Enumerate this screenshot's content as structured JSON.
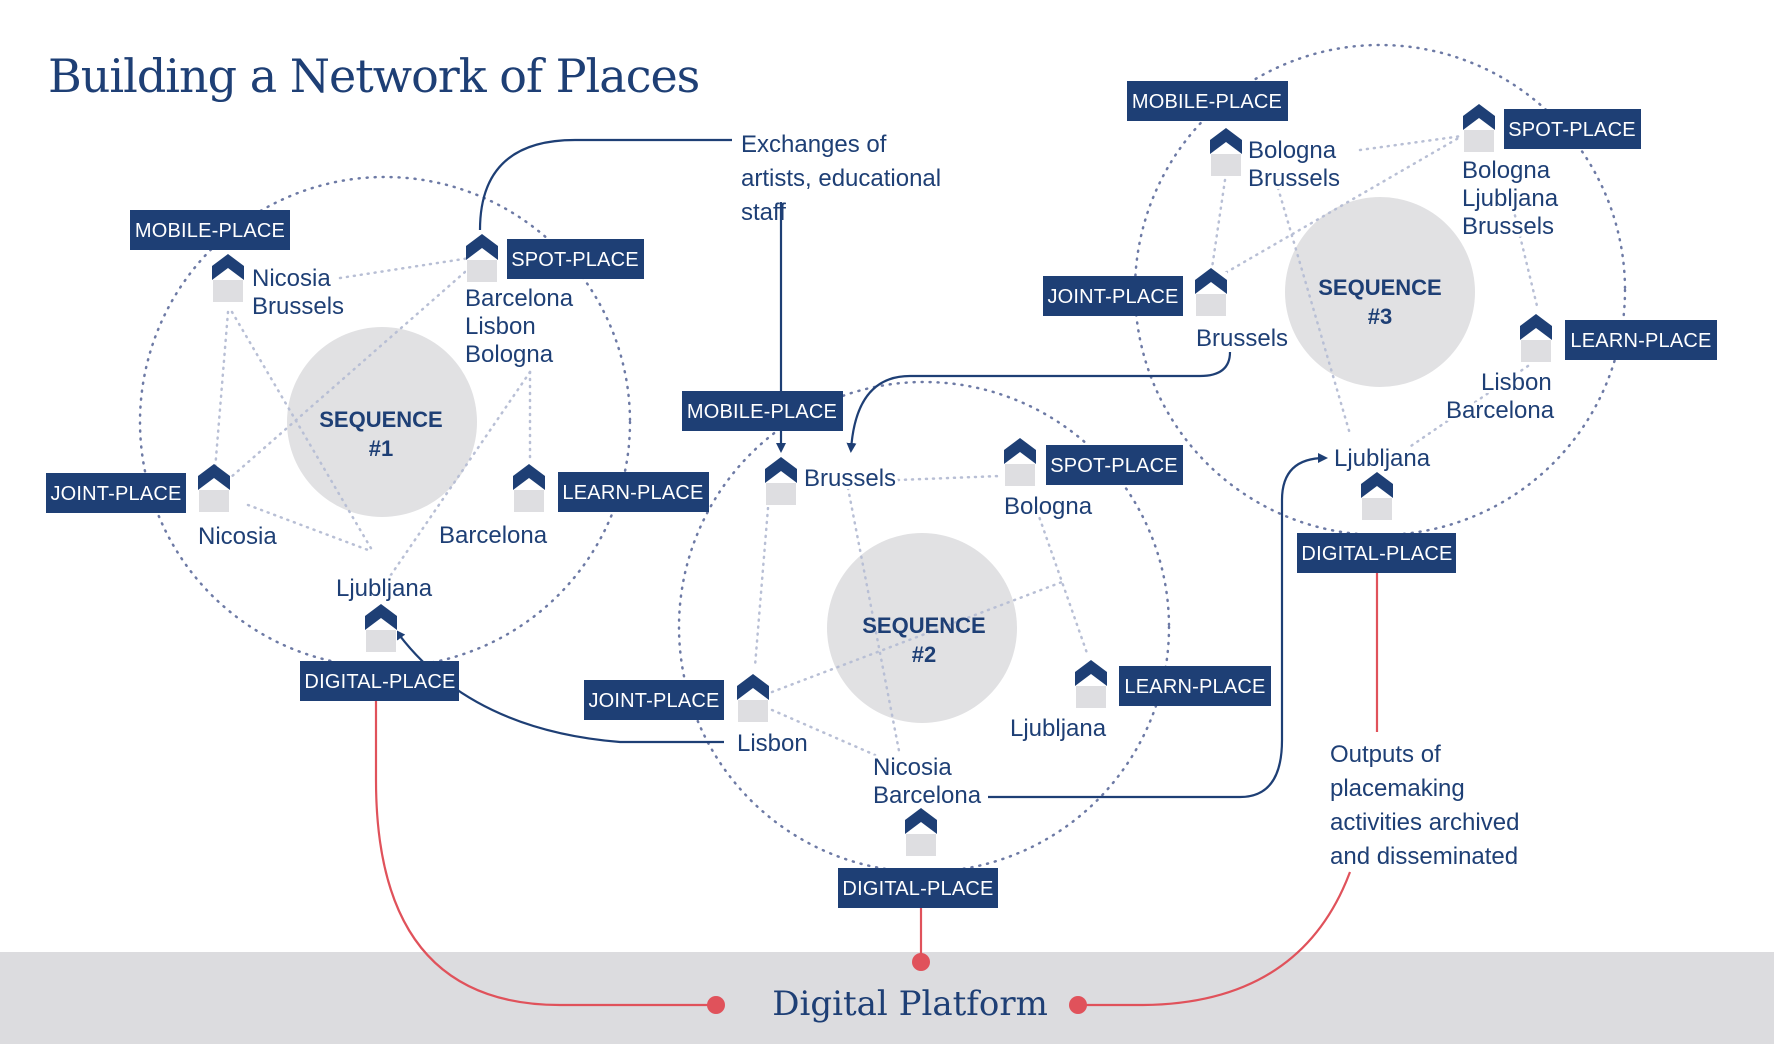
{
  "title": "Building a Network of Places",
  "platform": {
    "label": "Digital Platform"
  },
  "colors": {
    "navy": "#1e3f75",
    "grey_circle": "#e1e1e3",
    "platform_band": "#dcdcdf",
    "red": "#e0525b"
  },
  "icons": {
    "place": "house-icon"
  },
  "sequences": [
    {
      "label": "SEQUENCE",
      "number": "#1",
      "places": {
        "mobile": {
          "tag": "MOBILE-PLACE",
          "cities": [
            "Nicosia",
            "Brussels"
          ]
        },
        "spot": {
          "tag": "SPOT-PLACE",
          "cities": [
            "Barcelona",
            "Lisbon",
            "Bologna"
          ]
        },
        "joint": {
          "tag": "JOINT-PLACE",
          "cities": [
            "Nicosia"
          ]
        },
        "learn": {
          "tag": "LEARN-PLACE",
          "cities": [
            "Barcelona"
          ]
        },
        "digital": {
          "tag": "DIGITAL-PLACE",
          "cities": [
            "Ljubljana"
          ]
        }
      }
    },
    {
      "label": "SEQUENCE",
      "number": "#2",
      "places": {
        "mobile": {
          "tag": "MOBILE-PLACE",
          "cities": [
            "Brussels"
          ]
        },
        "spot": {
          "tag": "SPOT-PLACE",
          "cities": [
            "Bologna"
          ]
        },
        "joint": {
          "tag": "JOINT-PLACE",
          "cities": [
            "Lisbon"
          ]
        },
        "learn": {
          "tag": "LEARN-PLACE",
          "cities": [
            "Ljubljana"
          ]
        },
        "digital": {
          "tag": "DIGITAL-PLACE",
          "cities": [
            "Nicosia",
            "Barcelona"
          ]
        }
      }
    },
    {
      "label": "SEQUENCE",
      "number": "#3",
      "places": {
        "mobile": {
          "tag": "MOBILE-PLACE",
          "cities": [
            "Bologna",
            "Brussels"
          ]
        },
        "spot": {
          "tag": "SPOT-PLACE",
          "cities": [
            "Bologna",
            "Ljubljana",
            "Brussels"
          ]
        },
        "joint": {
          "tag": "JOINT-PLACE",
          "cities": [
            "Brussels"
          ]
        },
        "learn": {
          "tag": "LEARN-PLACE",
          "cities": [
            "Lisbon",
            "Barcelona"
          ]
        },
        "digital": {
          "tag": "DIGITAL-PLACE",
          "cities": [
            "Ljubljana"
          ]
        }
      }
    }
  ],
  "annotations": {
    "exchanges": [
      "Exchanges of",
      "artists, educational",
      "staff"
    ],
    "outputs": [
      "Outputs of",
      "placemaking",
      "activities archived",
      "and disseminated"
    ]
  }
}
